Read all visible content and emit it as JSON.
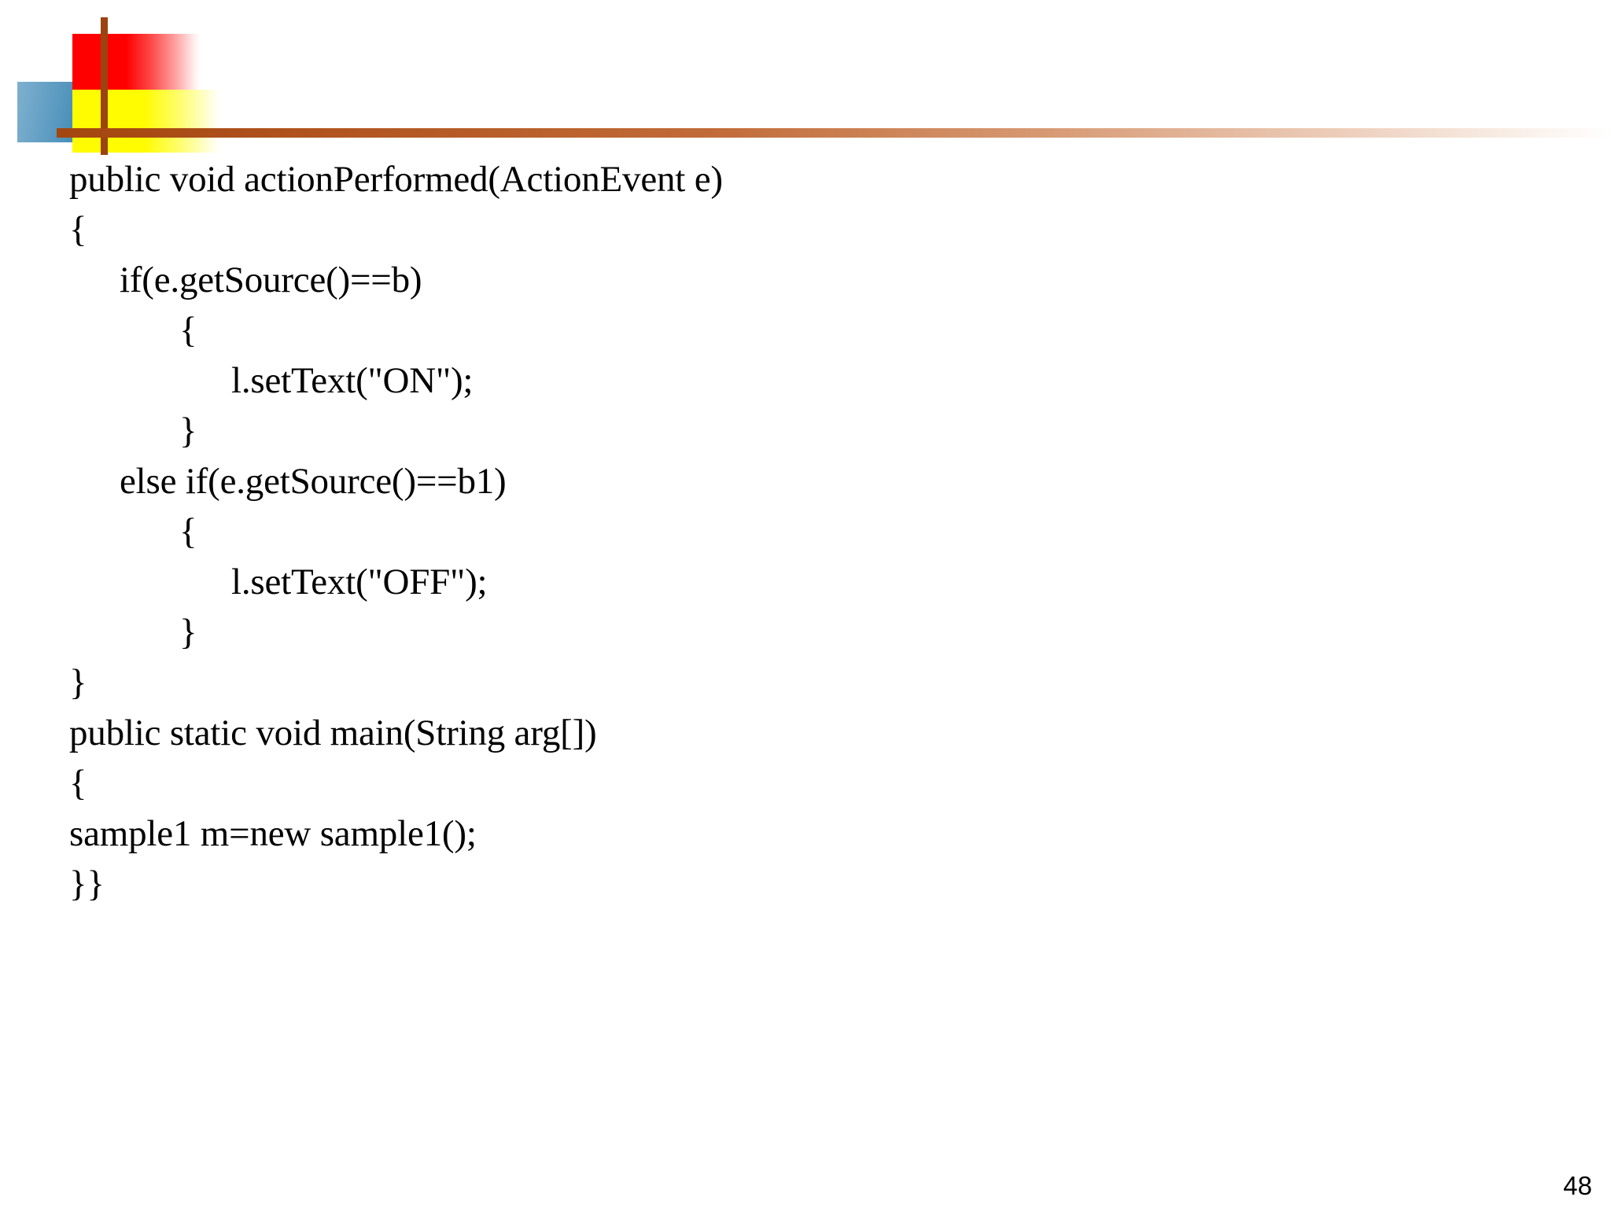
{
  "slide": {
    "background_color": "#ffffff",
    "page_number": "48"
  },
  "decoration": {
    "blue_block": "blue-gradient-square",
    "red_block": "red-gradient-square",
    "yellow_block": "yellow-gradient-square",
    "vertical_rule": "brown-vertical-line",
    "horizontal_rule": "brown-horizontal-rule",
    "colors": {
      "brown": "#9b4412",
      "red": "#fe0000",
      "yellow": "#fffb00",
      "blue": "#3b86b2"
    }
  },
  "code": {
    "language": "java",
    "lines": [
      {
        "indent": 0,
        "text": "public void actionPerformed(ActionEvent e)"
      },
      {
        "indent": 0,
        "text": "{"
      },
      {
        "indent": 1,
        "text": "if(e.getSource()==b)"
      },
      {
        "indent": 2,
        "text": "{"
      },
      {
        "indent": 3,
        "text": "l.setText(\"ON\");"
      },
      {
        "indent": 2,
        "text": "}"
      },
      {
        "indent": 1,
        "text": "else if(e.getSource()==b1)"
      },
      {
        "indent": 2,
        "text": "{"
      },
      {
        "indent": 3,
        "text": "l.setText(\"OFF\");"
      },
      {
        "indent": 2,
        "text": "}"
      },
      {
        "indent": 0,
        "text": "}"
      },
      {
        "indent": 0,
        "text": "public static void main(String arg[])"
      },
      {
        "indent": 0,
        "text": "{"
      },
      {
        "indent": 0,
        "text": "sample1 m=new sample1();"
      },
      {
        "indent": 0,
        "text": "}}"
      }
    ]
  }
}
